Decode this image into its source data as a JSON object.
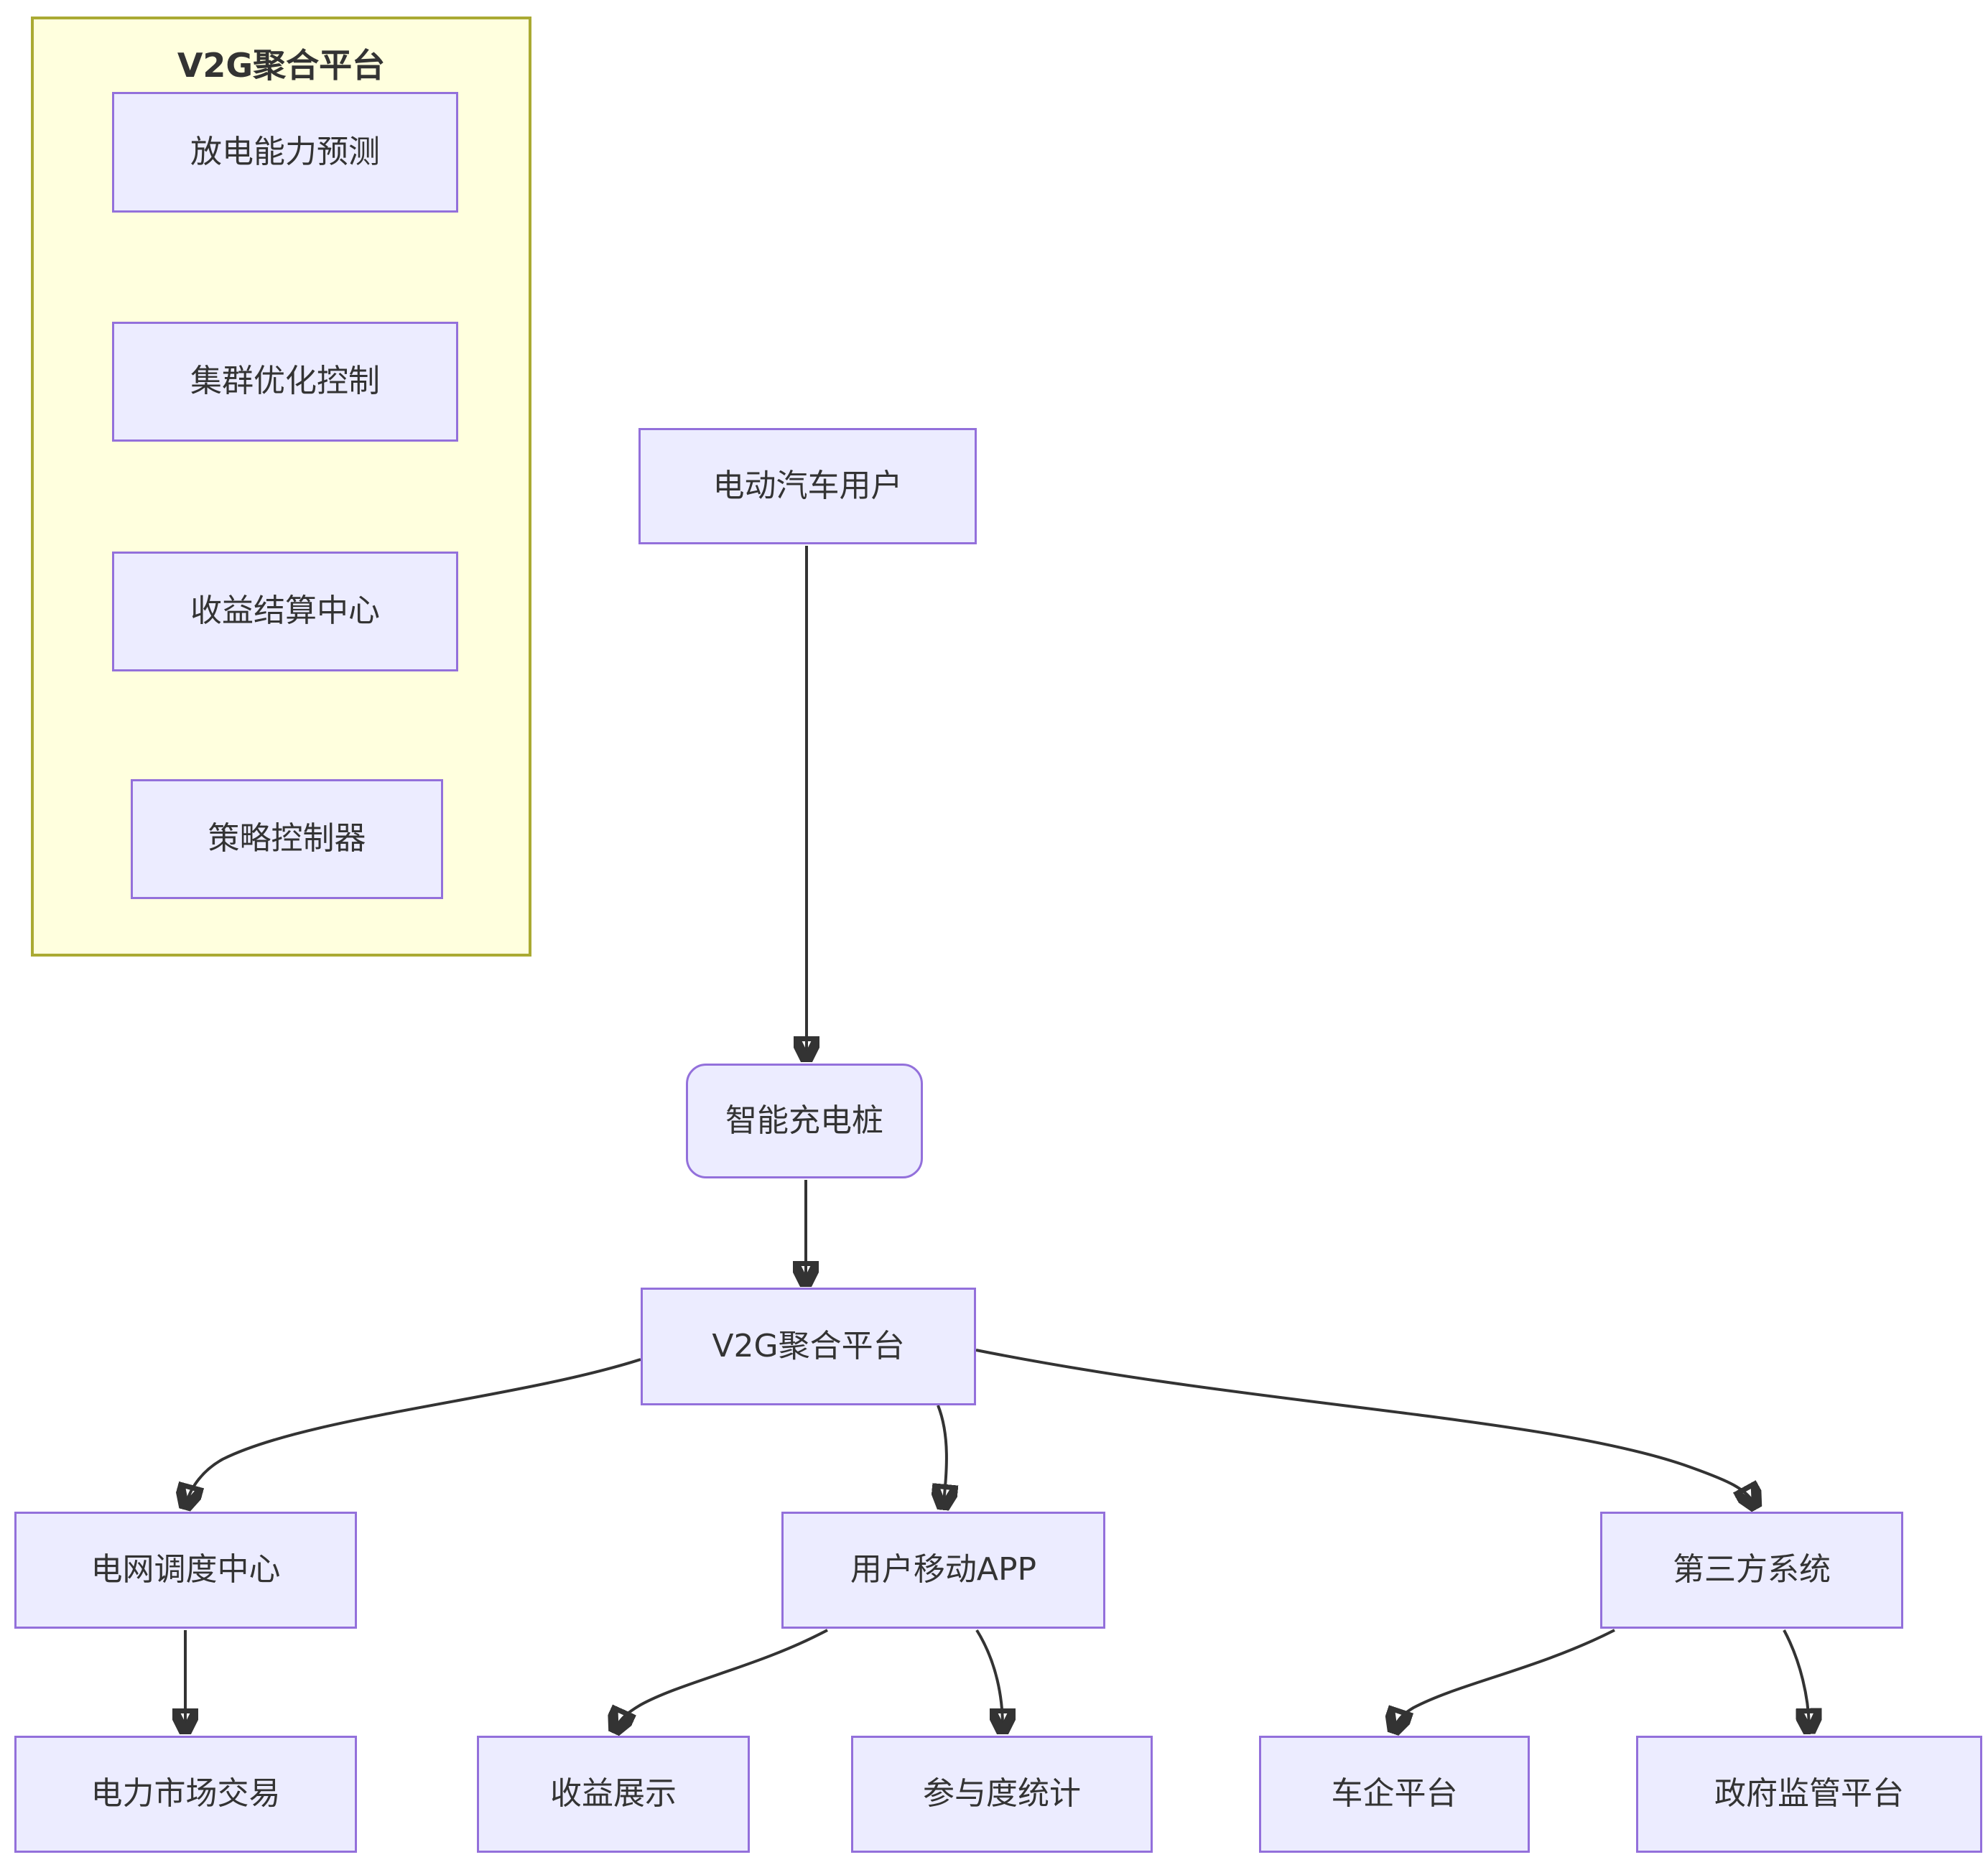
{
  "colors": {
    "node_fill": "#ECECFF",
    "node_border": "#9370DB",
    "cluster_fill": "#FFFFDE",
    "cluster_border": "#AAAA33",
    "edge": "#333333",
    "text": "#333333"
  },
  "cluster": {
    "title": "V2G聚合平台",
    "nodes": {
      "forecast": "放电能力预测",
      "cluster_ctrl": "集群优化控制",
      "settlement": "收益结算中心",
      "strategy": "策略控制器"
    }
  },
  "nodes": {
    "ev": "电动汽车用户",
    "charger": "智能充电桩",
    "platform": "V2G聚合平台",
    "grid": "电网调度中心",
    "app": "用户移动APP",
    "third": "第三方系统",
    "market": "电力市场交易",
    "revenue": "收益展示",
    "participation": "参与度统计",
    "automaker": "车企平台",
    "gov": "政府监管平台"
  },
  "edges": [
    {
      "from": "电动汽车用户",
      "to": "智能充电桩"
    },
    {
      "from": "智能充电桩",
      "to": "V2G聚合平台"
    },
    {
      "from": "V2G聚合平台",
      "to": "电网调度中心"
    },
    {
      "from": "V2G聚合平台",
      "to": "用户移动APP"
    },
    {
      "from": "V2G聚合平台",
      "to": "第三方系统"
    },
    {
      "from": "电网调度中心",
      "to": "电力市场交易"
    },
    {
      "from": "用户移动APP",
      "to": "收益展示"
    },
    {
      "from": "用户移动APP",
      "to": "参与度统计"
    },
    {
      "from": "第三方系统",
      "to": "车企平台"
    },
    {
      "from": "第三方系统",
      "to": "政府监管平台"
    }
  ]
}
